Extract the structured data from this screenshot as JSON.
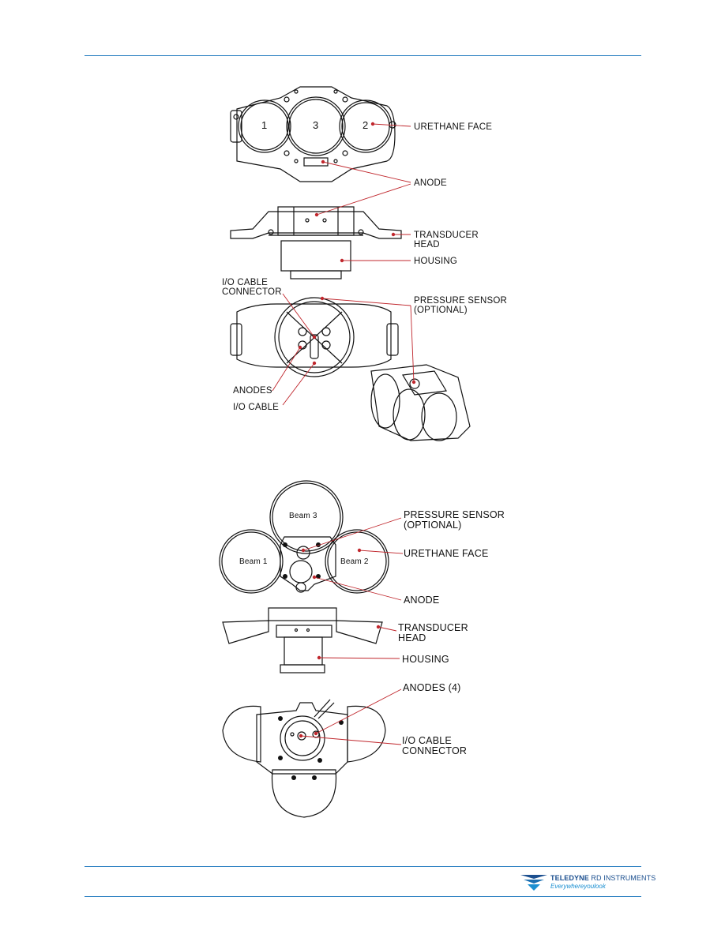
{
  "figure_top": {
    "beam_numbers": [
      "1",
      "3",
      "2"
    ],
    "labels": {
      "urethane_face": "URETHANE FACE",
      "anode": "ANODE",
      "transducer_head": "TRANSDUCER\nHEAD",
      "housing": "HOUSING",
      "io_cable_connector": "I/O CABLE\nCONNECTOR",
      "pressure_sensor": "PRESSURE SENSOR\n(OPTIONAL)",
      "anodes": "ANODES",
      "io_cable": "I/O CABLE"
    }
  },
  "figure_bottom": {
    "beam_labels": [
      "Beam 3",
      "Beam 1",
      "Beam 2"
    ],
    "labels": {
      "pressure_sensor": "PRESSURE SENSOR\n(OPTIONAL)",
      "urethane_face": "URETHANE FACE",
      "anode": "ANODE",
      "transducer_head": "TRANSDUCER\nHEAD",
      "housing": "HOUSING",
      "anodes_4": "ANODES (4)",
      "io_cable_connector": "I/O CABLE\nCONNECTOR"
    }
  },
  "footer": {
    "brand_bold": "TELEDYNE",
    "brand_rest": " RD INSTRUMENTS",
    "tagline": "Everywhereyoulook"
  },
  "colors": {
    "rule": "#2a7fc1",
    "callout": "#c0272d",
    "brand": "#1b4f8f"
  }
}
